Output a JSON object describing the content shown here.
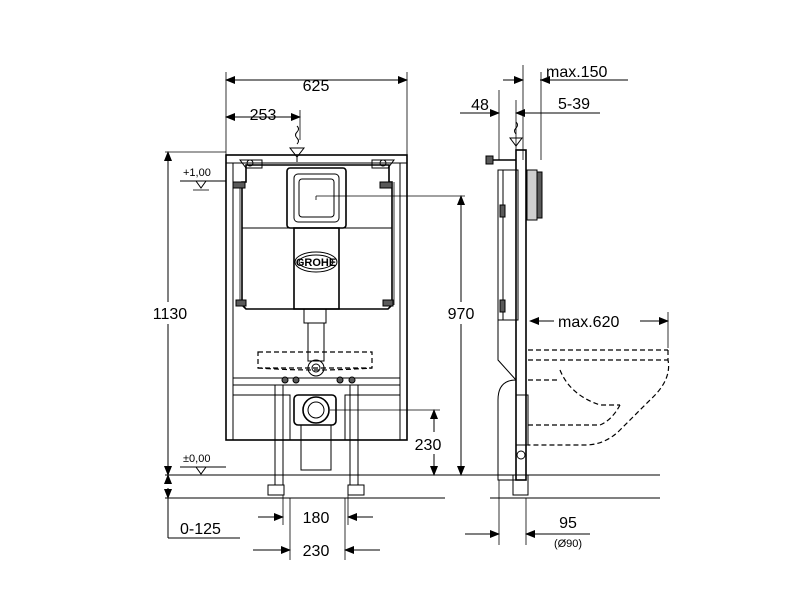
{
  "front_view": {
    "width_total": "625",
    "offset_left": "253",
    "height_total": "1130",
    "height_actuation": "970",
    "height_outlet": "230",
    "level_top": "+1,00",
    "level_floor": "±0,00",
    "feet_spacing_inner": "180",
    "feet_spacing_outer": "230",
    "floor_adjust": "0-125",
    "brand_mark": "GROHE"
  },
  "side_view": {
    "depth_max": "max.150",
    "wall_dim": "48",
    "adjust_range": "5-39",
    "projection_max": "max.620",
    "outlet_dim": "95",
    "outlet_diameter": "(Ø90)"
  }
}
